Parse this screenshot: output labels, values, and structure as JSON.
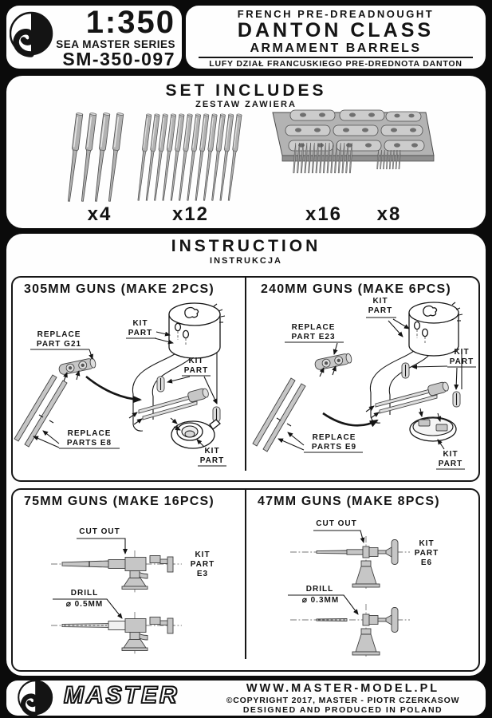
{
  "colors": {
    "background": "#0b0b0b",
    "panel": "#ffffff",
    "ink": "#141414",
    "metal": "#c6c6c6"
  },
  "header": {
    "scale": "1:350",
    "series": "SEA MASTER SERIES",
    "sku": "SM-350-097",
    "nation": "FRENCH PRE-DREADNOUGHT",
    "ship_class": "DANTON CLASS",
    "product": "ARMAMENT BARRELS",
    "polish": "LUFY DZIAŁ FRANCUSKIEGO PRE-DREDNOTA DANTON"
  },
  "set_includes": {
    "title": "SET INCLUDES",
    "subtitle": "ZESTAW ZAWIERA",
    "quantities": [
      "x4",
      "x12",
      "x16",
      "x8"
    ]
  },
  "instruction": {
    "title": "INSTRUCTION",
    "subtitle": "INSTRUKCJA",
    "sections": [
      {
        "title": "305MM GUNS (MAKE 2PCS)",
        "labels": {
          "kit_part_top": "KIT PART",
          "replace_part": "REPLACE PART G21",
          "kit_part_mid": "KIT PART",
          "replace_parts": "REPLACE PARTS E8",
          "kit_part_base": "KIT PART"
        }
      },
      {
        "title": "240MM GUNS (MAKE 6PCS)",
        "labels": {
          "kit_part_top": "KIT PART",
          "replace_part": "REPLACE PART E23",
          "kit_part_mid": "KIT PART",
          "replace_parts": "REPLACE PARTS E9",
          "kit_part_base": "KIT PART"
        }
      },
      {
        "title": "75MM GUNS (MAKE 16PCS)",
        "labels": {
          "cut_out": "CUT OUT",
          "kit_part": "KIT PART E3",
          "drill": "DRILL",
          "diameter": "⌀ 0.5MM"
        }
      },
      {
        "title": "47MM GUNS (MAKE 8PCS)",
        "labels": {
          "cut_out": "CUT OUT",
          "kit_part": "KIT PART E6",
          "drill": "DRILL",
          "diameter": "⌀ 0.3MM"
        }
      }
    ]
  },
  "footer": {
    "logo_text": "MASTER",
    "website": "WWW.MASTER-MODEL.PL",
    "copyright": "©COPYRIGHT 2017, MASTER - PIOTR CZERKASOW",
    "origin": "DESIGNED AND PRODUCED IN POLAND"
  }
}
